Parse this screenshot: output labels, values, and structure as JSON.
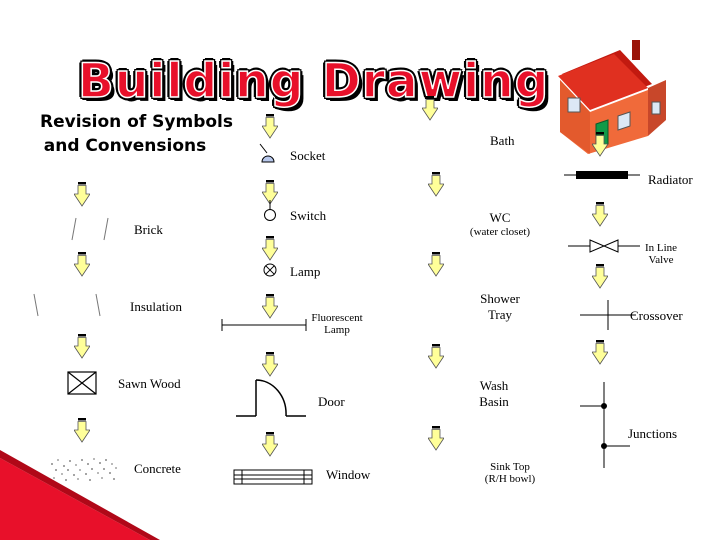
{
  "title": "Building Drawing",
  "subtitle": {
    "line1": "Revision of Symbols",
    "line2": "and Convensions"
  },
  "colors": {
    "title_fill": "#e8102a",
    "arrow_fill": "#ffff99",
    "ribbon": "#e8102a",
    "house_wall": "#f06a3a",
    "house_roof": "#e03020",
    "door": "#109a48"
  },
  "symbols": {
    "socket": "Socket",
    "bath": "Bath",
    "radiator": "Radiator",
    "brick": "Brick",
    "switch": "Switch",
    "wc": "WC",
    "wc_sub": "(water closet)",
    "in_line_valve_1": "In Line",
    "in_line_valve_2": "Valve",
    "lamp": "Lamp",
    "insulation": "Insulation",
    "fluorescent_1": "Fluorescent",
    "fluorescent_2": "Lamp",
    "shower_1": "Shower",
    "shower_2": "Tray",
    "crossover": "Crossover",
    "sawn_wood": "Sawn Wood",
    "door": "Door",
    "wash_1": "Wash",
    "wash_2": "Basin",
    "junctions": "Junctions",
    "concrete": "Concrete",
    "window": "Window",
    "sink_1": "Sink Top",
    "sink_2": "(R/H bowl)"
  }
}
